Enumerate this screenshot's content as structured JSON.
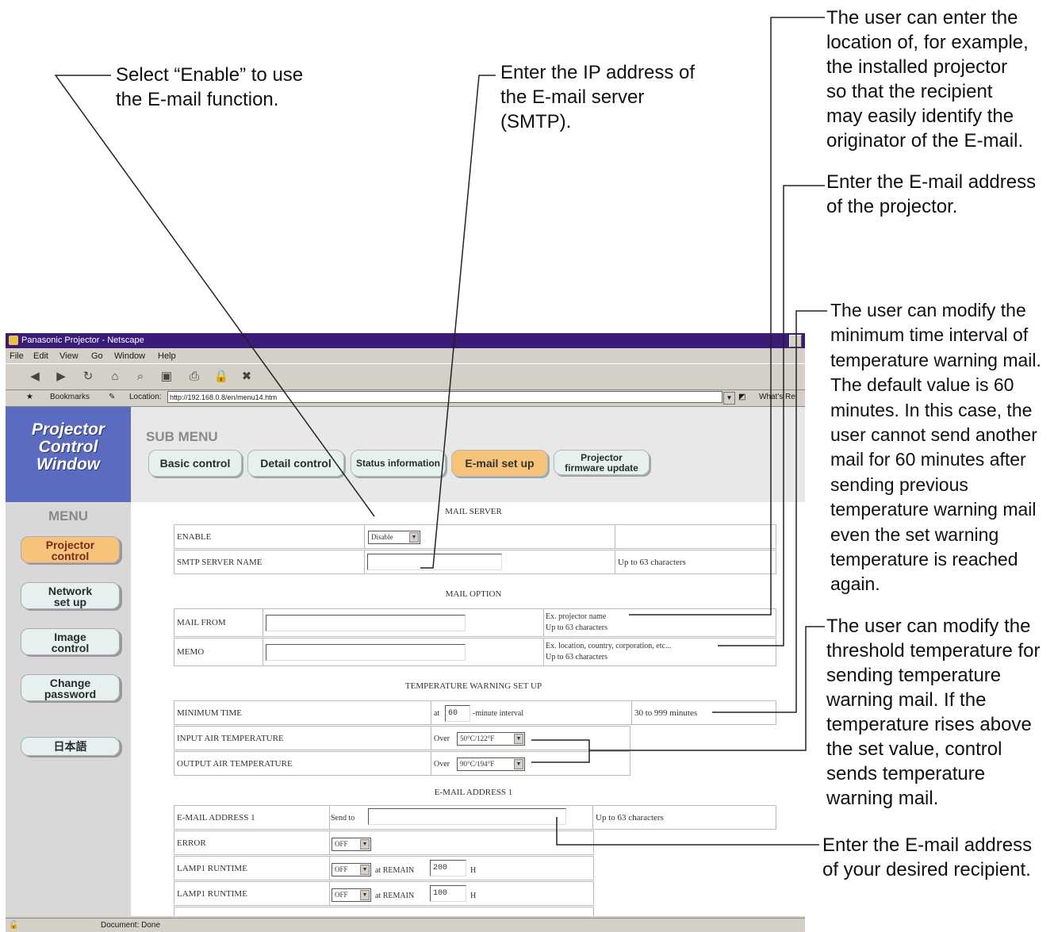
{
  "callouts": {
    "enable": [
      "Select “Enable” to use",
      "the E-mail function."
    ],
    "smtp": [
      "Enter the IP address of",
      "the E-mail server",
      "(SMTP)."
    ],
    "location": [
      "The user can enter the",
      "location of, for example,",
      "the installed projector",
      "so that the recipient",
      "may easily identify the",
      "originator of the E-mail."
    ],
    "projector_address": [
      "Enter the E-mail address",
      "of the projector."
    ],
    "interval": [
      "The user can modify the",
      "minimum time interval of",
      "temperature warning mail.",
      "The default value is 60",
      "minutes.  In this case, the",
      "user cannot send another",
      "mail for 60 minutes after",
      "sending previous",
      "temperature warning mail",
      "even the set warning",
      "temperature is reached again."
    ],
    "threshold": [
      "The user can modify the",
      "threshold temperature for",
      "sending temperature",
      "warning mail. If the",
      "temperature rises above",
      "the set value, control",
      "sends temperature",
      "warning mail."
    ],
    "recipient": [
      "Enter the E-mail address",
      "of your desired recipient."
    ]
  },
  "browser": {
    "title": "Panasonic Projector - Netscape",
    "menu": [
      "File",
      "Edit",
      "View",
      "Go",
      "Window",
      "Help"
    ],
    "bookmarks": "Bookmarks",
    "location_label": "Location:",
    "url": "http://192.168.0.8/en/menu14.htm",
    "whats_related": "What's Rel",
    "status": "Document: Done"
  },
  "app": {
    "logo": [
      "Projector",
      "Control",
      "Window"
    ],
    "submenu_label": "SUB MENU",
    "submenu": [
      "Basic control",
      "Detail control",
      "Status information",
      "E-mail set up"
    ],
    "firmware": [
      "Projector",
      "firmware update"
    ],
    "menu_label": "MENU",
    "nav": {
      "projector": [
        "Projector",
        "control"
      ],
      "network": [
        "Network",
        "set up"
      ],
      "image": [
        "Image",
        "control"
      ],
      "password": [
        "Change",
        "password"
      ],
      "japanese": "日本語"
    }
  },
  "form": {
    "mail_server": {
      "title": "MAIL SERVER",
      "enable_label": "ENABLE",
      "enable_value": "Disable",
      "smtp_label": "SMTP SERVER NAME",
      "smtp_note": "Up to 63 characters"
    },
    "mail_option": {
      "title": "MAIL OPTION",
      "from_label": "MAIL FROM",
      "from_note1": "Ex. projector name",
      "from_note2": "Up to 63 characters",
      "memo_label": "MEMO",
      "memo_note1": "Ex. location, country, corporation, etc...",
      "memo_note2": "Up to 63 characters"
    },
    "temperature": {
      "title": "TEMPERATURE WARNING SET UP",
      "min_label": "MINIMUM TIME",
      "min_at": "at",
      "min_value": "60",
      "min_unit": "-minute interval",
      "min_note": "30 to 999 minutes",
      "input_label": "INPUT AIR TEMPERATURE",
      "input_over": "Over",
      "input_value": "50°C/122°F",
      "output_label": "OUTPUT AIR TEMPERATURE",
      "output_over": "Over",
      "output_value": "90°C/194°F"
    },
    "email1": {
      "title": "E-MAIL ADDRESS 1",
      "addr_label": "E-MAIL ADDRESS 1",
      "send_to": "Send to",
      "addr_note": "Up to 63 characters",
      "error_label": "ERROR",
      "error_value": "OFF",
      "lamp1_label": "LAMP1 RUNTIME",
      "lamp1_value": "OFF",
      "lamp1_remain": "at REMAIN",
      "lamp1_hours": "200",
      "lamp1_h": "H",
      "lamp2_label": "LAMP1 RUNTIME",
      "lamp2_value": "OFF",
      "lamp2_remain": "at REMAIN",
      "lamp2_hours": "100",
      "lamp2_h": "H"
    }
  }
}
